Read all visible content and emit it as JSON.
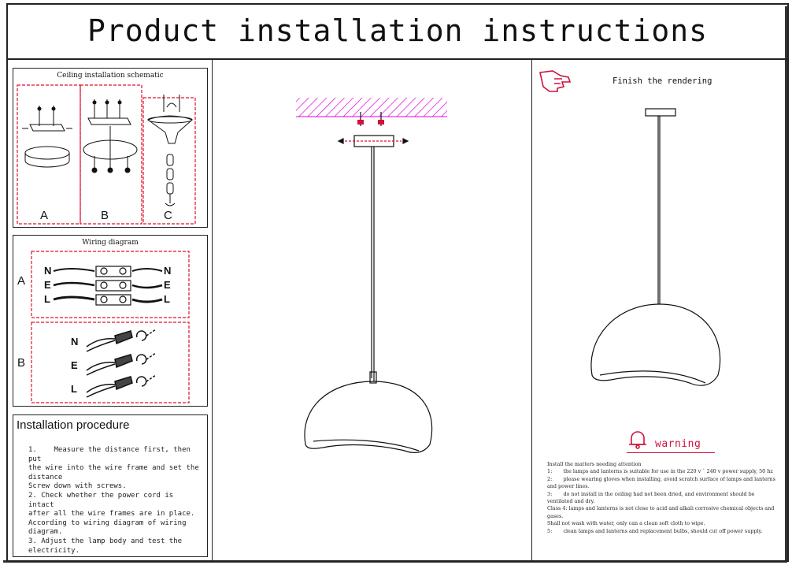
{
  "title": "Product installation instructions",
  "ceiling": {
    "title": "Ceiling installation schematic",
    "labels": [
      "A",
      "B",
      "C"
    ]
  },
  "wiring": {
    "title": "Wiring diagram",
    "row_labels": [
      "A",
      "B"
    ],
    "wire_letters": [
      "N",
      "E",
      "L"
    ]
  },
  "procedure": {
    "title": "Installation procedure",
    "text": "1.    Measure the distance first, then put\nthe wire into the wire frame and set the\ndistance\nScrew down with screws.\n2. Check whether the power cord is intact\nafter all the wire frames are in place.\nAccording to wiring diagram of wiring\ndiagram.\n3. Adjust the lamp body and test the\nelectricity."
  },
  "finish": {
    "title": "Finish the rendering",
    "hand_icon": "pointing-hand-icon"
  },
  "warning": {
    "label": "warning",
    "icon": "bell-icon",
    "color": "#d0103a",
    "lines": [
      "Install the matters needing attention",
      "1:       the lamps and lanterns is suitable for use in the 220 v ` 240 v power supply, 50 hz",
      "2:       please wearing gloves when installing, avoid scratch surface of lamps and lanterns and power lines.",
      "3:       do not install in the ceiling had not been dried, and environment should be ventilated and dry.",
      "Class 4: lamps and lanterns is not close to acid and alkali corrosive chemical objects and gases.",
      "Shall not wash with water, only can a clean soft cloth to wipe.",
      "5:       clean lamps and lanterns and replacement bulbs, should cut off power supply."
    ]
  },
  "colors": {
    "hatch": "#e000e0",
    "dashed": "#e0102a",
    "accent_red": "#d0103a"
  }
}
